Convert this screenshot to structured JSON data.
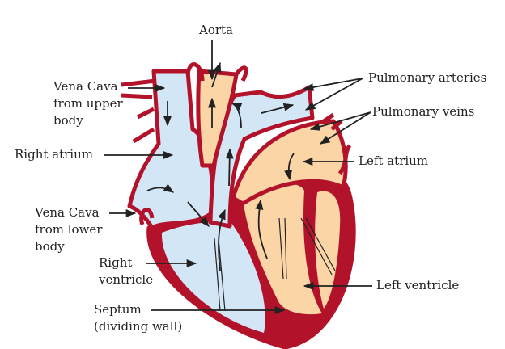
{
  "labels": {
    "aorta": "Aorta",
    "vena_cava_upper": [
      "Vena Cava",
      "from upper",
      "body"
    ],
    "right_atrium": "Right atrium",
    "vena_cava_lower": [
      "Vena Cava",
      "from lower",
      "body"
    ],
    "right_ventricle": [
      "Right",
      "ventricle"
    ],
    "septum": [
      "Septum",
      "(dividing wall)"
    ],
    "pulmonary_arteries": "Pulmonary arteries",
    "pulmonary_veins": "Pulmonary veins",
    "left_atrium": "Left atrium",
    "left_ventricle": "Left ventricle"
  },
  "colors": {
    "wall": "#b3122b",
    "deoxygenated": "#d3e6f5",
    "oxygenated": "#fbd5a6",
    "ink": "#222222"
  }
}
